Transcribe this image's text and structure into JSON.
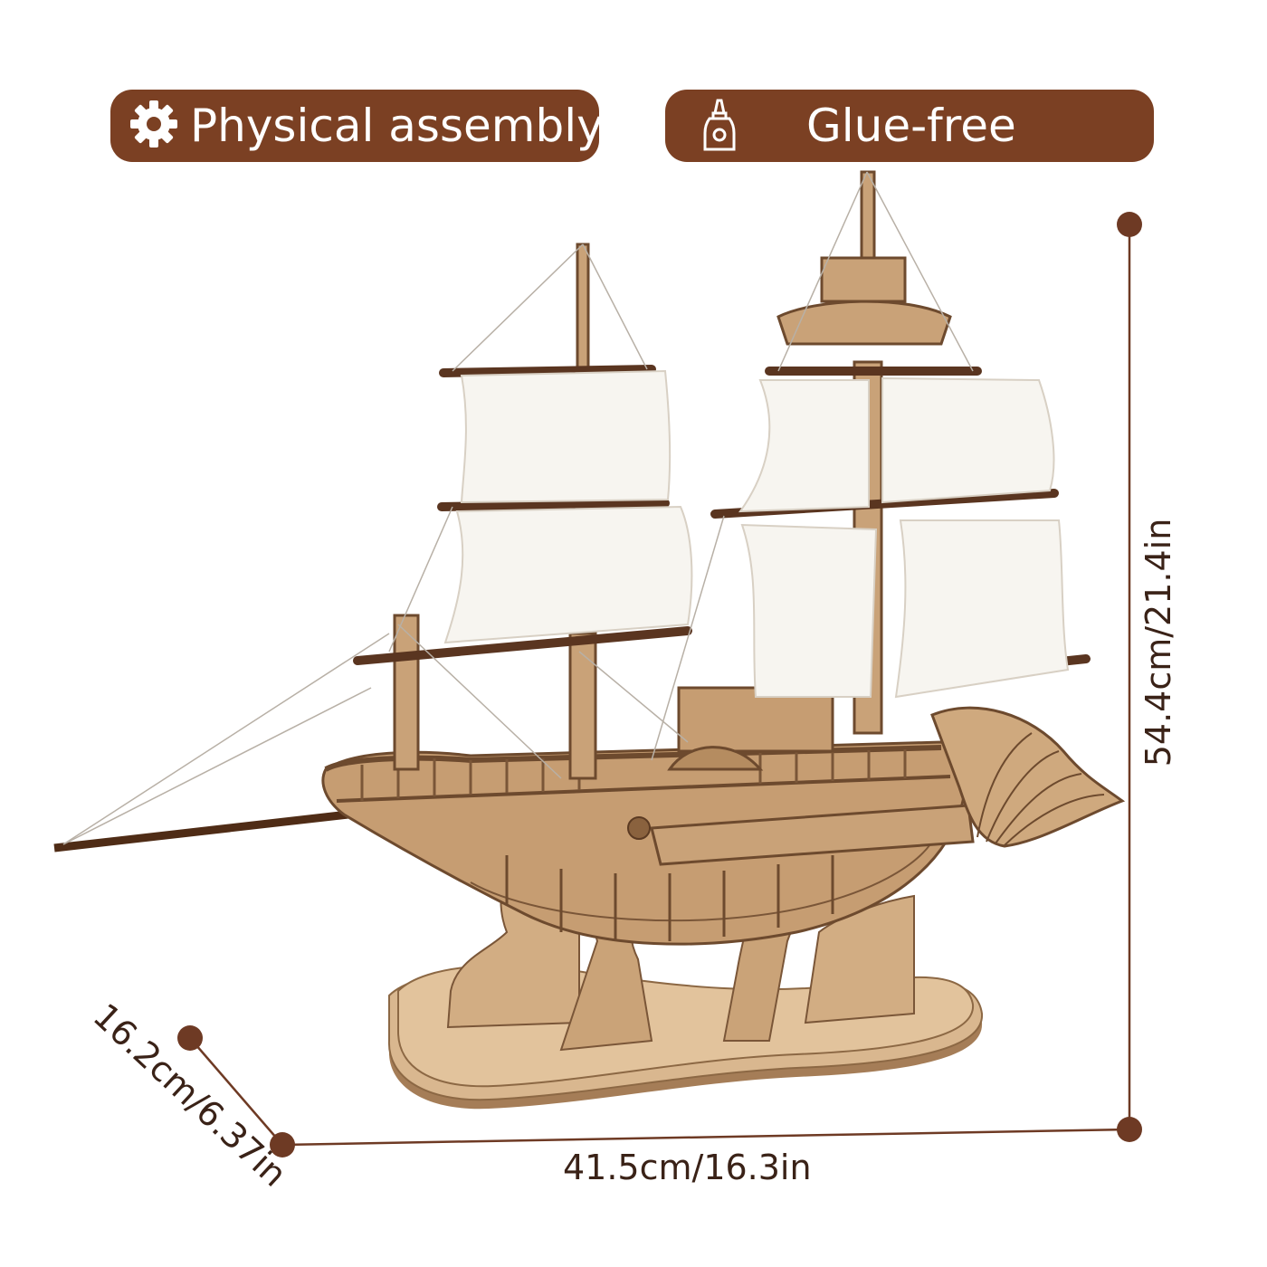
{
  "badges": {
    "physical": {
      "label": "Physical assembly",
      "icon": "gear-icon"
    },
    "glue": {
      "label": "Glue-free",
      "icon": "glue-bottle-icon"
    }
  },
  "dimensions": {
    "width": "41.5cm/16.3in",
    "height": "54.4cm/21.4in",
    "depth": "16.2cm/6.37in"
  },
  "colors": {
    "badge_bg": "#7b4023",
    "badge_text": "#ffffff",
    "dimension_line": "#6e3a24",
    "wood_light": "#d8b58e",
    "wood_dark": "#6d4a2e",
    "sail": "#f7f5f0"
  }
}
